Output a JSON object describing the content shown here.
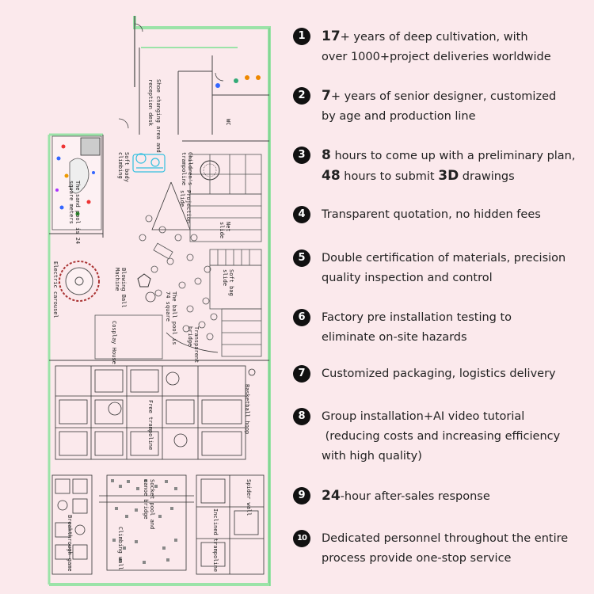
{
  "plan_labels": {
    "shoe": "Shoe changing area and",
    "reception": "reception desk",
    "toddler": "Soft body",
    "toddler2": "climbing",
    "children": "Children's",
    "children2": "trampoline",
    "projection": "Projection",
    "projection2": "slide",
    "sandpool": "The sand pool is 24",
    "sandpool2": "square meters",
    "electric": "Electric carousel",
    "blowing": "Blowing Ball",
    "blowing2": "Machine",
    "ballpool": "The ball pool is",
    "ballpool2": "74 square",
    "tight": "Net",
    "tight2": "slide",
    "softbag": "Soft bag",
    "softbag2": "slide",
    "cosplay": "Cosplay House",
    "transparent": "Transparent",
    "transparent2": "bridge",
    "basketball": "Basketball hoop",
    "free": "Free trampoline",
    "spider": "Spider wall",
    "inclined": "Inclined trampoline",
    "socket": "Socket pool and",
    "socket2": "canoe bridge",
    "climbing": "Climbing wall",
    "breakthrough": "Breakthrough game",
    "wc": "WC"
  },
  "items": [
    {
      "num": "1",
      "lines": [
        [
          {
            "t": "17",
            "b": true
          },
          {
            "t": "+ years of deep cultivation, with"
          }
        ],
        [
          {
            "t": "over 1000+project deliveries worldwide"
          }
        ]
      ]
    },
    {
      "num": "2",
      "lines": [
        [
          {
            "t": "7",
            "b": true
          },
          {
            "t": "+ years of senior designer, customized"
          }
        ],
        [
          {
            "t": "by age and production line"
          }
        ]
      ]
    },
    {
      "num": "3",
      "lines": [
        [
          {
            "t": "8",
            "b": true
          },
          {
            "t": " hours to come up with a preliminary plan,"
          }
        ],
        [
          {
            "t": "48",
            "b": true
          },
          {
            "t": " hours to submit "
          },
          {
            "t": "3D",
            "b": true
          },
          {
            "t": " drawings"
          }
        ]
      ]
    },
    {
      "num": "4",
      "lines": [
        [
          {
            "t": "Transparent quotation, no hidden fees"
          }
        ]
      ]
    },
    {
      "num": "5",
      "lines": [
        [
          {
            "t": "Double certification of materials, precision"
          }
        ],
        [
          {
            "t": "quality inspection and control"
          }
        ]
      ]
    },
    {
      "num": "6",
      "lines": [
        [
          {
            "t": "Factory pre installation testing to"
          }
        ],
        [
          {
            "t": "eliminate on-site hazards"
          }
        ]
      ]
    },
    {
      "num": "7",
      "lines": [
        [
          {
            "t": "Customized packaging, logistics delivery"
          }
        ]
      ]
    },
    {
      "num": "8",
      "lines": [
        [
          {
            "t": "Group installation+AI video tutorial"
          }
        ],
        [
          {
            "t": " (reducing costs and increasing efficiency"
          }
        ],
        [
          {
            "t": "with high quality)"
          }
        ]
      ]
    },
    {
      "num": "9",
      "lines": [
        [
          {
            "t": "24",
            "b": true
          },
          {
            "t": "-hour after-sales response"
          }
        ]
      ]
    },
    {
      "num": "10",
      "lines": [
        [
          {
            "t": "Dedicated personnel throughout the entire"
          }
        ],
        [
          {
            "t": "process provide one-stop service"
          }
        ]
      ]
    }
  ],
  "colors": {
    "background": "#fbe9ec",
    "wall_green": "#9be3a8",
    "ink": "#222222",
    "badge": "#111111"
  }
}
